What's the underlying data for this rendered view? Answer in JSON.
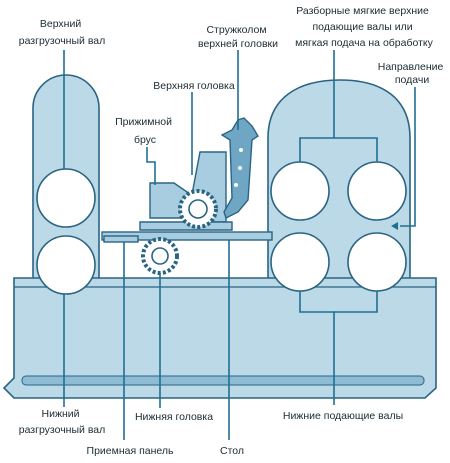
{
  "labels": {
    "upper_outfeed_roll_l1": "Верхний",
    "upper_outfeed_roll_l2": "разгрузочный вал",
    "chipbreaker_l1": "Стружколом",
    "chipbreaker_l2": "верхней головки",
    "sectional_rolls_l1": "Разборные мягкие верхние",
    "sectional_rolls_l2": "подающие валы или",
    "sectional_rolls_l3": "мягкая подача на обработку",
    "feed_direction_l1": "Направление",
    "feed_direction_l2": "подачи",
    "top_head": "Верхняя головка",
    "pressure_bar_l1": "Прижимной",
    "pressure_bar_l2": "брус",
    "lower_outfeed_roll_l1": "Нижний",
    "lower_outfeed_roll_l2": "разгрузочный вал",
    "bottom_head": "Нижняя головка",
    "lower_feed_rolls": "Нижние подающие валы",
    "infeed_panel": "Приемная панель",
    "table": "Стол"
  },
  "colors": {
    "machine_fill": "#bcd9e8",
    "outline": "#2a6483",
    "leader_lines": "#1f6f93",
    "roll_fill": "#ffffff"
  }
}
